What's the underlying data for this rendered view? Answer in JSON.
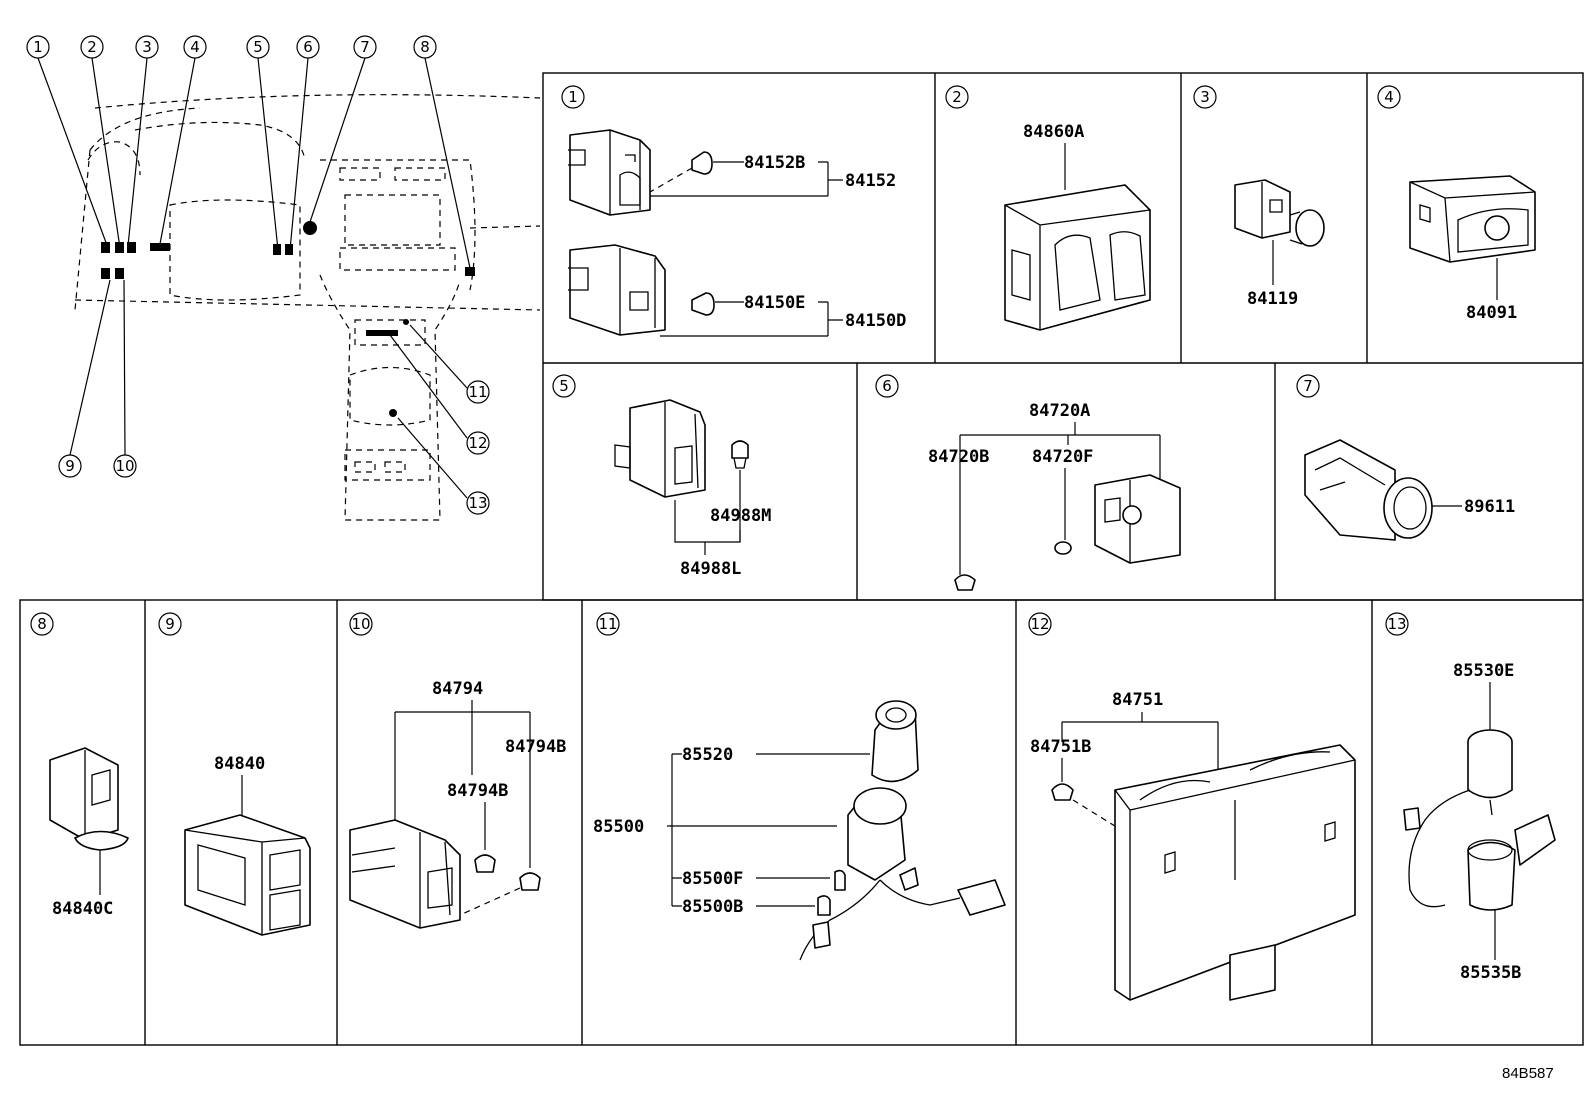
{
  "diagram": {
    "drawing_code": "84B587",
    "overview_callouts": [
      "1",
      "2",
      "3",
      "4",
      "5",
      "6",
      "7",
      "8",
      "9",
      "10",
      "11",
      "12",
      "13"
    ],
    "panels": [
      {
        "ref": "1",
        "parts": [
          "84152B",
          "84152",
          "84150E",
          "84150D"
        ]
      },
      {
        "ref": "2",
        "parts": [
          "84860A"
        ]
      },
      {
        "ref": "3",
        "parts": [
          "84119"
        ]
      },
      {
        "ref": "4",
        "parts": [
          "84091"
        ]
      },
      {
        "ref": "5",
        "parts": [
          "84988M",
          "84988L"
        ]
      },
      {
        "ref": "6",
        "parts": [
          "84720A",
          "84720B",
          "84720F"
        ]
      },
      {
        "ref": "7",
        "parts": [
          "89611"
        ]
      },
      {
        "ref": "8",
        "parts": [
          "84840C"
        ]
      },
      {
        "ref": "9",
        "parts": [
          "84840"
        ]
      },
      {
        "ref": "10",
        "parts": [
          "84794",
          "84794B",
          "84794B"
        ]
      },
      {
        "ref": "11",
        "parts": [
          "85520",
          "85500",
          "85500F",
          "85500B"
        ]
      },
      {
        "ref": "12",
        "parts": [
          "84751",
          "84751B"
        ]
      },
      {
        "ref": "13",
        "parts": [
          "85530E",
          "85535B"
        ]
      }
    ]
  }
}
